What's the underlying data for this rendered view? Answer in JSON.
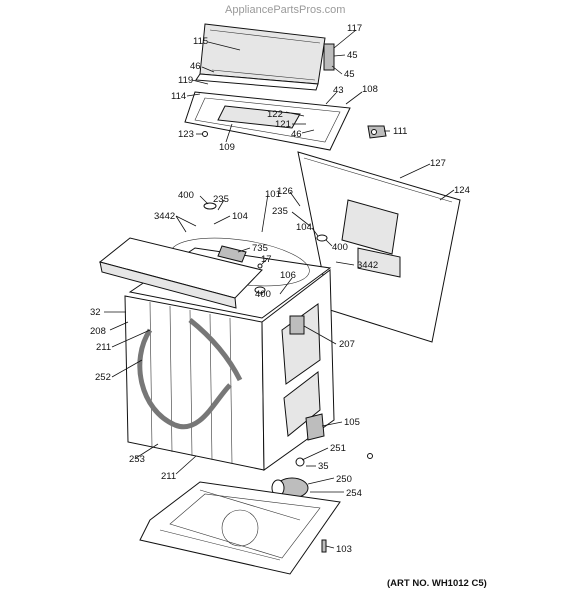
{
  "watermark": "AppliancePartsPros.com",
  "art_number": "(ART NO. WH1012 C5)",
  "callouts": {
    "c115": "115",
    "c117": "117",
    "c45a": "45",
    "c45b": "45",
    "c46a": "46",
    "c119": "119",
    "c114": "114",
    "c43": "43",
    "c108": "108",
    "c122": "122",
    "c121": "121",
    "c46b": "46",
    "c111": "111",
    "c123": "123",
    "c109": "109",
    "c127": "127",
    "c124": "124",
    "c126": "126",
    "c400a": "400",
    "c235a": "235",
    "c101": "101",
    "c235b": "235",
    "c3442a": "3442",
    "c104a": "104",
    "c104b": "104",
    "c735": "735",
    "c400b": "400",
    "c3442b": "3442",
    "c17": "17",
    "c106": "106",
    "c400c": "400",
    "c32": "32",
    "c208": "208",
    "c211a": "211",
    "c207": "207",
    "c252": "252",
    "c105": "105",
    "c253": "253",
    "c251": "251",
    "c211b": "211",
    "c35": "35",
    "c250": "250",
    "c254": "254",
    "c103": "103"
  }
}
